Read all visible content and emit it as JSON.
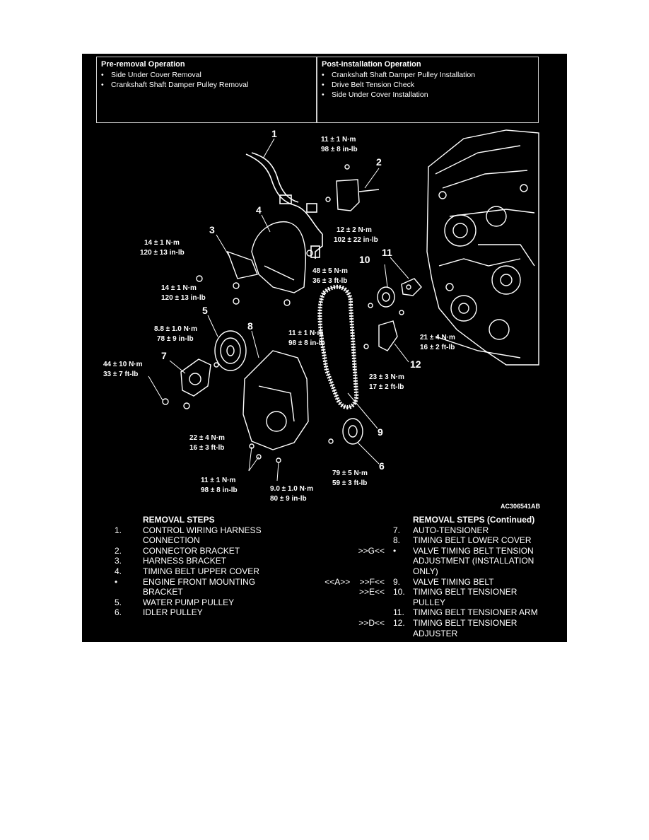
{
  "pre_removal": {
    "title": "Pre-removal Operation",
    "items": [
      "Side Under Cover Removal",
      "Crankshaft Shaft Damper Pulley Removal"
    ]
  },
  "post_installation": {
    "title": "Post-installation Operation",
    "items": [
      "Crankshaft Shaft Damper Pulley Installation",
      "Drive Belt Tension Check",
      "Side Under Cover Installation"
    ]
  },
  "callouts": [
    "1",
    "2",
    "3",
    "4",
    "5",
    "6",
    "7",
    "8",
    "9",
    "10",
    "11",
    "12"
  ],
  "torques": [
    [
      "11 ± 1 N·m",
      "98 ± 8 in-lb"
    ],
    [
      "12 ± 2 N·m",
      "102 ± 22 in-lb"
    ],
    [
      "14 ± 1 N·m",
      "120 ± 13 in-lb"
    ],
    [
      "14 ± 1 N·m",
      "120 ± 13 in-lb"
    ],
    [
      "48 ± 5 N·m",
      "36 ± 3 ft-lb"
    ],
    [
      "8.8 ± 1.0 N·m",
      "78 ± 9 in-lb"
    ],
    [
      "11 ± 1 N·m",
      "98 ± 8 in-lb"
    ],
    [
      "44 ± 10 N·m",
      "33 ± 7 ft-lb"
    ],
    [
      "21 ± 4 N·m",
      "16 ± 2 ft-lb"
    ],
    [
      "23 ± 3 N·m",
      "17 ± 2 ft-lb"
    ],
    [
      "22 ± 4 N·m",
      "16 ± 3 ft-lb"
    ],
    [
      "79 ± 5 N·m",
      "59 ± 3 ft-lb"
    ],
    [
      "11 ± 1 N·m",
      "98 ± 8 in-lb"
    ],
    [
      "9.0 ± 1.0 N·m",
      "80 ± 9 in-lb"
    ]
  ],
  "figure_code": "AC306541AB",
  "removal_steps": {
    "title": "REMOVAL STEPS",
    "steps": [
      {
        "idx": "1.",
        "text": "CONTROL WIRING HARNESS",
        "text2": "CONNECTION"
      },
      {
        "idx": "2.",
        "text": "CONNECTOR BRACKET"
      },
      {
        "idx": "3.",
        "text": "HARNESS BRACKET"
      },
      {
        "idx": "4.",
        "text": "TIMING BELT UPPER COVER"
      },
      {
        "idx": "•",
        "text": "ENGINE FRONT MOUNTING",
        "text2": "BRACKET"
      },
      {
        "idx": "5.",
        "text": "WATER PUMP PULLEY"
      },
      {
        "idx": "6.",
        "text": "IDLER PULLEY"
      }
    ]
  },
  "removal_steps_continued": {
    "title": "REMOVAL STEPS (Continued)",
    "steps": [
      {
        "mark": "",
        "idx": "7.",
        "text": "AUTO-TENSIONER"
      },
      {
        "mark": "",
        "idx": "8.",
        "text": "TIMING BELT LOWER COVER"
      },
      {
        "mark": ">>G<<",
        "idx": "•",
        "text": "VALVE TIMING BELT TENSION",
        "text2": "ADJUSTMENT (INSTALLATION",
        "text3": "ONLY)"
      },
      {
        "mark": "<<A>>    >>F<<",
        "idx": "9.",
        "text": "VALVE TIMING BELT"
      },
      {
        "mark": ">>E<<",
        "idx": "10.",
        "text": "TIMING BELT TENSIONER",
        "text2": "PULLEY"
      },
      {
        "mark": "",
        "idx": "11.",
        "text": "TIMING BELT TENSIONER ARM"
      },
      {
        "mark": ">>D<<",
        "idx": "12.",
        "text": "TIMING BELT TENSIONER",
        "text2": "ADJUSTER"
      }
    ]
  }
}
